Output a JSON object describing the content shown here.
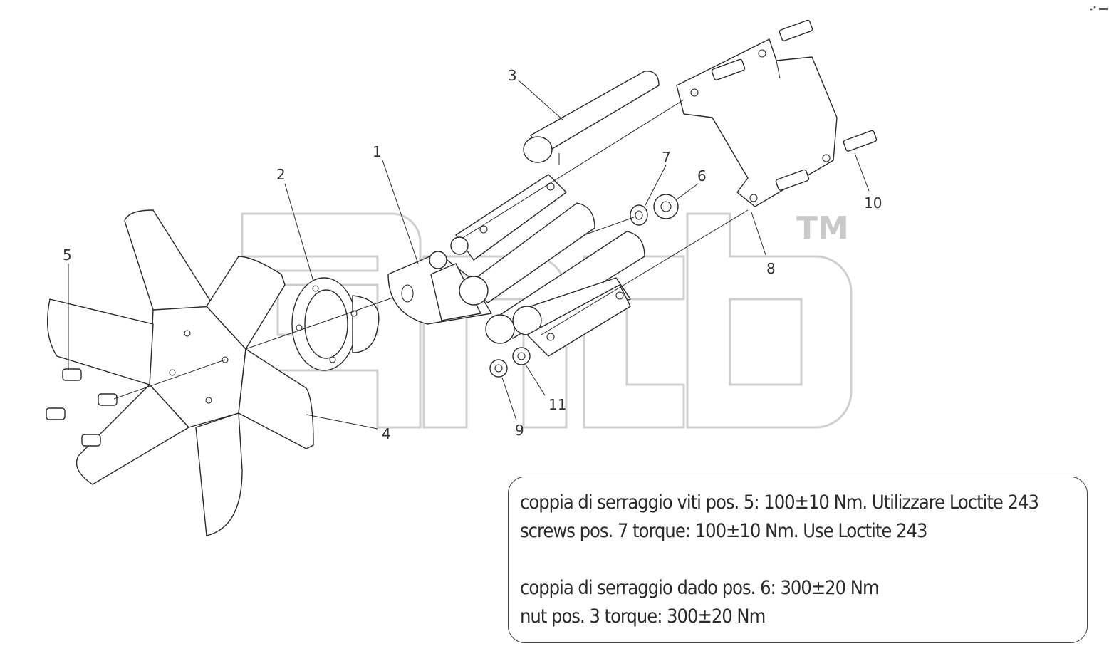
{
  "watermark": {
    "trademark": "TM"
  },
  "top_right_mark": "",
  "callouts": [
    {
      "id": "1",
      "label": "1"
    },
    {
      "id": "2",
      "label": "2"
    },
    {
      "id": "3",
      "label": "3"
    },
    {
      "id": "4",
      "label": "4"
    },
    {
      "id": "5",
      "label": "5"
    },
    {
      "id": "6",
      "label": "6"
    },
    {
      "id": "7",
      "label": "7"
    },
    {
      "id": "8",
      "label": "8"
    },
    {
      "id": "9",
      "label": "9"
    },
    {
      "id": "10",
      "label": "10"
    },
    {
      "id": "11",
      "label": "11"
    }
  ],
  "notes": {
    "line1": "coppia di serraggio viti pos. 5: 100±10 Nm. Utilizzare Loctite 243",
    "line2": "screws pos. 7 torque: 100±10 Nm. Use Loctite 243",
    "line3": "coppia di serraggio dado pos. 6: 300±20 Nm",
    "line4": "nut pos. 3 torque: 300±20 Nm"
  }
}
